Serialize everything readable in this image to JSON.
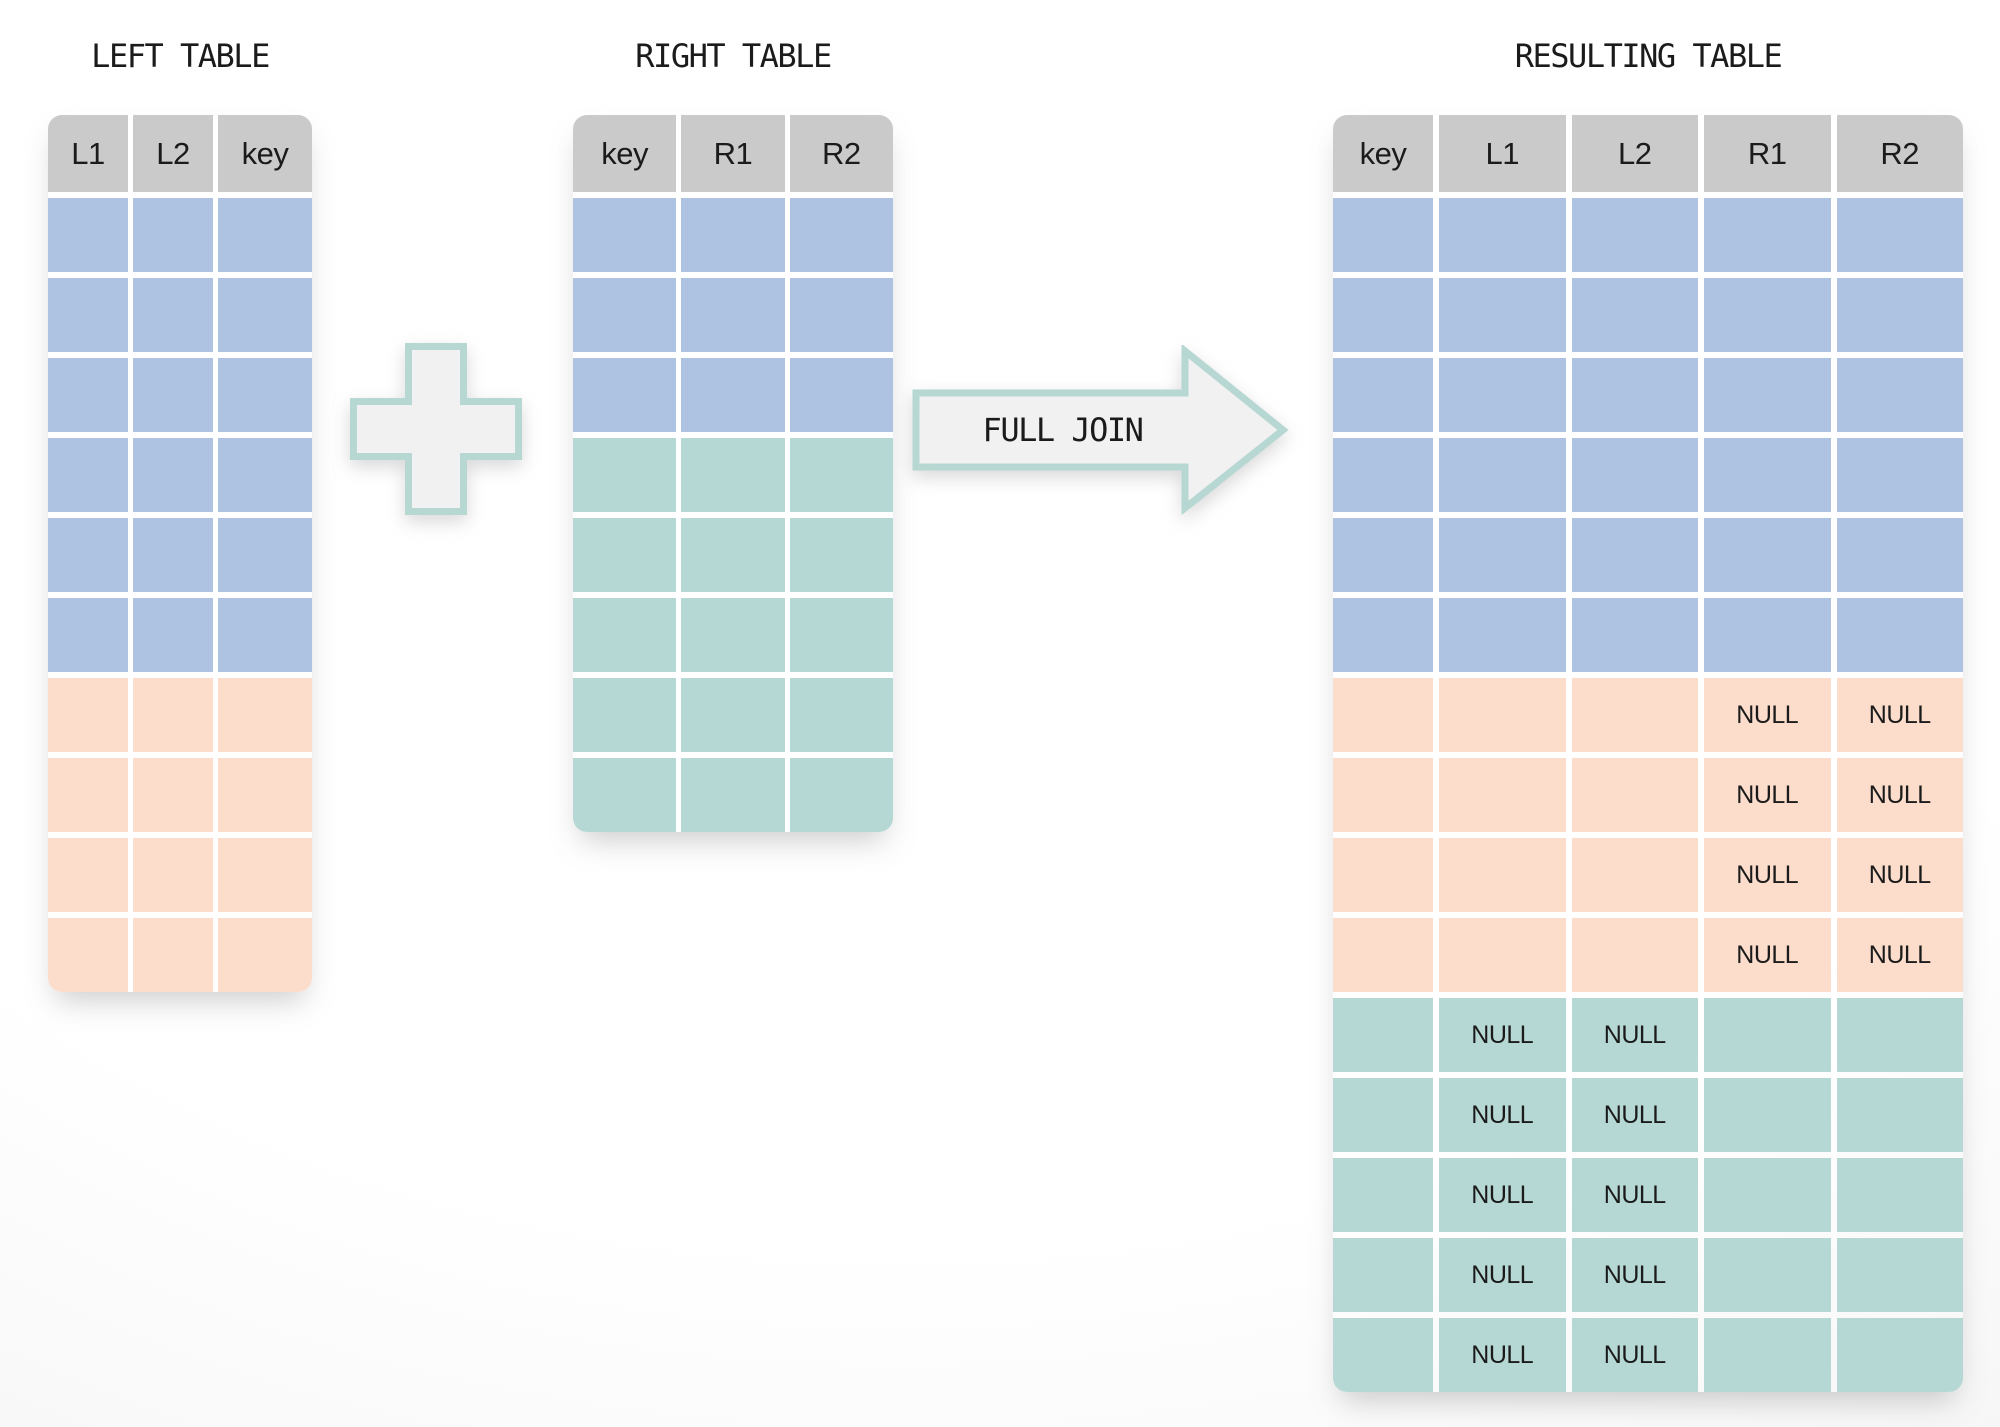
{
  "titles": {
    "left": "LEFT TABLE",
    "right": "RIGHT TABLE",
    "result": "RESULTING TABLE"
  },
  "operator": {
    "plus_icon": "plus",
    "arrow_label": "FULL JOIN"
  },
  "colors": {
    "matched_blue": "#aec3e1",
    "left_only_peach": "#fcdccb",
    "right_only_teal": "#b6d8d4",
    "header_gray": "#cacaca",
    "shape_fill": "#f1f1f1",
    "shape_border": "#b7d7d2",
    "text": "#1b1b1b"
  },
  "left_table": {
    "columns": [
      "L1",
      "L2",
      "key"
    ],
    "row_groups": [
      {
        "color": "matched_blue",
        "count": 6,
        "cells": [
          "",
          "",
          ""
        ]
      },
      {
        "color": "left_only_peach",
        "count": 4,
        "cells": [
          "",
          "",
          ""
        ]
      }
    ]
  },
  "right_table": {
    "columns": [
      "key",
      "R1",
      "R2"
    ],
    "row_groups": [
      {
        "color": "matched_blue",
        "count": 3,
        "cells": [
          "",
          "",
          ""
        ]
      },
      {
        "color": "right_only_teal",
        "count": 5,
        "cells": [
          "",
          "",
          ""
        ]
      }
    ]
  },
  "result_table": {
    "columns": [
      "key",
      "L1",
      "L2",
      "R1",
      "R2"
    ],
    "row_groups": [
      {
        "color": "matched_blue",
        "count": 6,
        "cells": [
          "",
          "",
          "",
          "",
          ""
        ]
      },
      {
        "color": "left_only_peach",
        "count": 4,
        "cells": [
          "",
          "",
          "",
          "NULL",
          "NULL"
        ]
      },
      {
        "color": "right_only_teal",
        "count": 5,
        "cells": [
          "",
          "NULL",
          "NULL",
          "",
          ""
        ]
      }
    ]
  }
}
